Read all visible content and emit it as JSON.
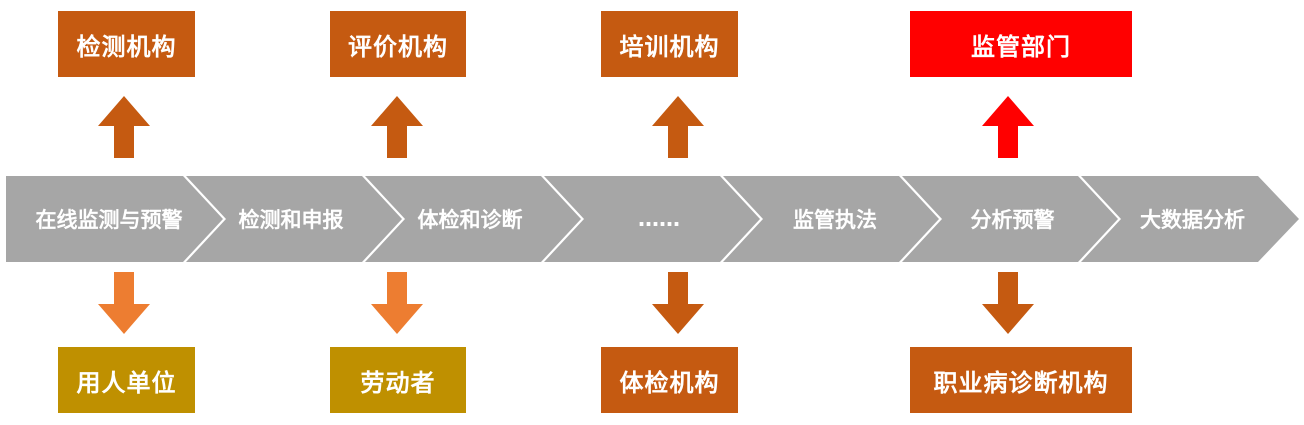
{
  "top_boxes": [
    {
      "label": "检测机构",
      "color": "#C55A11"
    },
    {
      "label": "评价机构",
      "color": "#C55A11"
    },
    {
      "label": "培训机构",
      "color": "#C55A11"
    },
    {
      "label": "监管部门",
      "color": "#FF0000"
    }
  ],
  "bottom_boxes": [
    {
      "label": "用人单位",
      "color": "#BF9000"
    },
    {
      "label": "劳动者",
      "color": "#BF9000"
    },
    {
      "label": "体检机构",
      "color": "#C55A11"
    },
    {
      "label": "职业病诊断机构",
      "color": "#C55A11"
    }
  ],
  "process_steps": [
    "在线监测与预警",
    "检测和申报",
    "体检和诊断",
    "……",
    "监管执法",
    "分析预警",
    "大数据分析"
  ],
  "colors": {
    "chevron": "#A6A6A6",
    "arrow_dark_orange": "#C55A11",
    "arrow_light_orange": "#ED7D31",
    "arrow_red": "#FF0000"
  }
}
